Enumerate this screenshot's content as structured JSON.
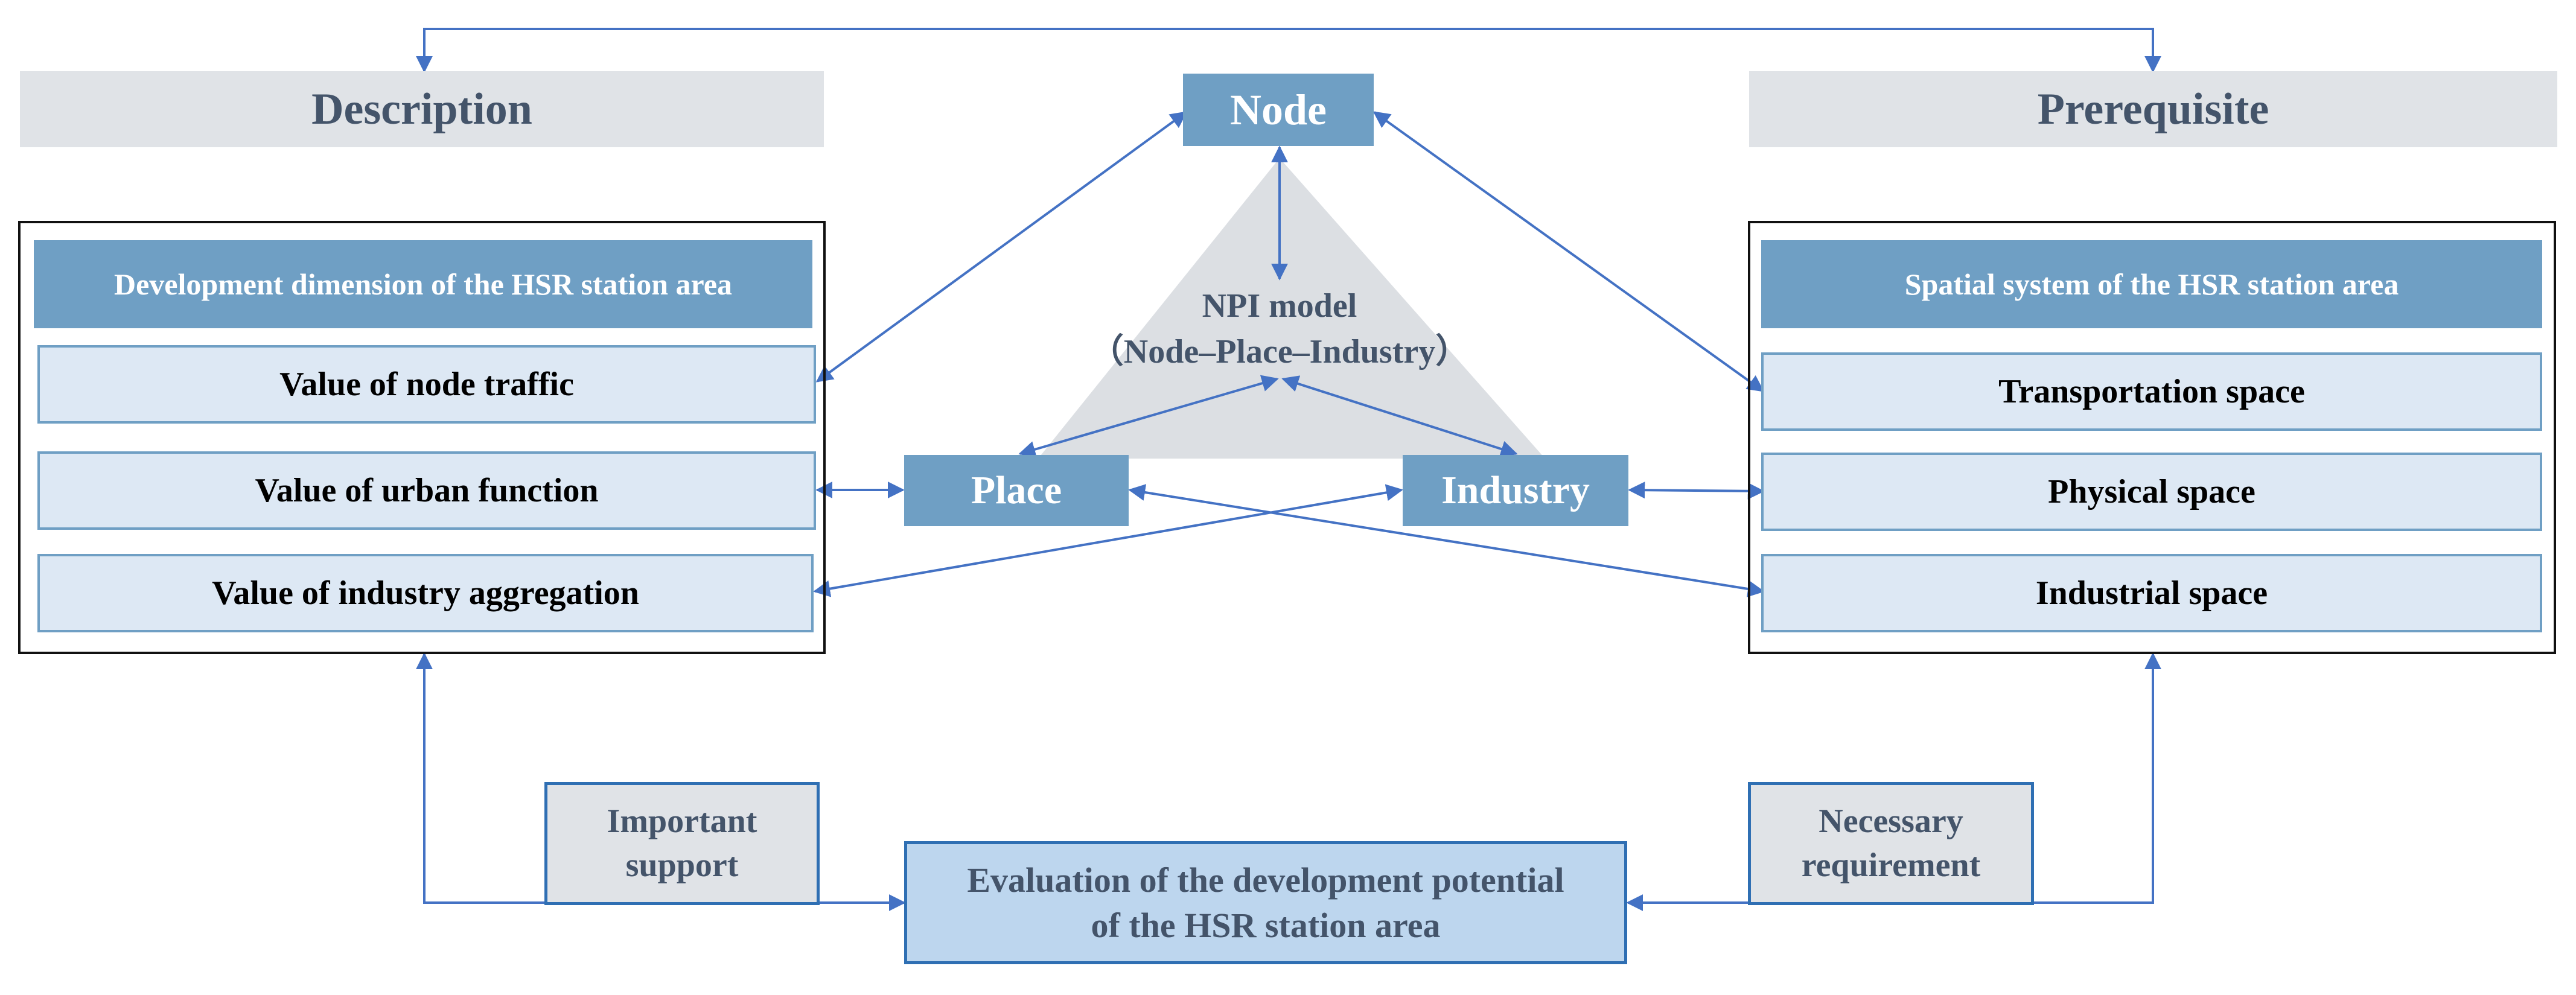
{
  "headers": {
    "left": "Description",
    "right": "Prerequisite"
  },
  "npi": {
    "node": "Node",
    "place": "Place",
    "industry": "Industry",
    "title": "NPI model",
    "subtitle": "（Node–Place–Industry）"
  },
  "left_panel": {
    "title": "Development dimension of the HSR station area",
    "rows": [
      "Value of node traffic",
      "Value of urban function",
      "Value of industry aggregation"
    ]
  },
  "right_panel": {
    "title": "Spatial system of the HSR station area",
    "rows": [
      "Transportation space",
      "Physical space",
      "Industrial space"
    ]
  },
  "bottom": {
    "support_line1": "Important",
    "support_line2": "support",
    "requirement_line1": "Necessary",
    "requirement_line2": "requirement",
    "eval_line1": "Evaluation of the development potential",
    "eval_line2": "of the HSR station area"
  },
  "colors": {
    "accent_blue": "#6f9fc4",
    "line_blue": "#4472c4",
    "header_gray": "#e0e3e7",
    "triangle_gray": "#dcdfe3",
    "text_slate": "#44546a"
  }
}
